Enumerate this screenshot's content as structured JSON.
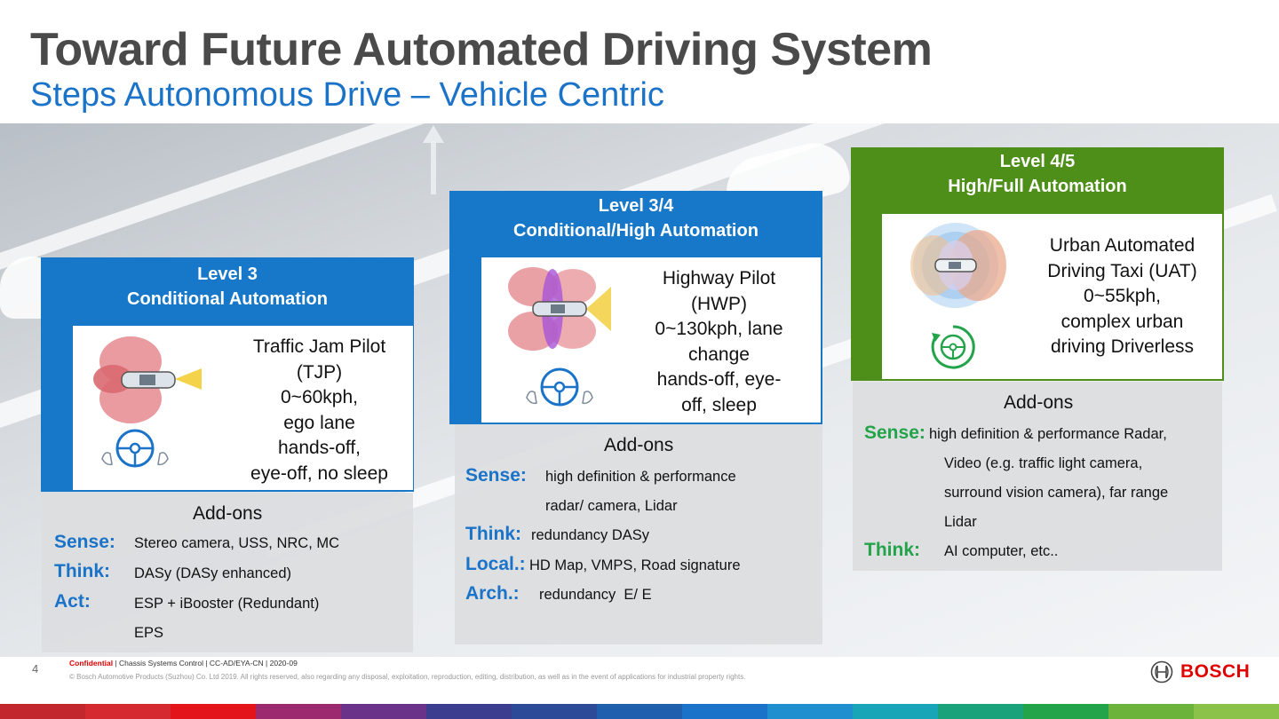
{
  "slide": {
    "title": "Toward Future Automated Driving System",
    "subtitle": "Steps Autonomous Drive – Vehicle Centric"
  },
  "levels": [
    {
      "header_line1": "Level 3",
      "header_line2": "Conditional Automation",
      "color": "#1777c8",
      "feature_lines": [
        "Traffic Jam Pilot",
        "(TJP)",
        "0~60kph,",
        "ego lane",
        "hands-off,",
        "eye-off, no sleep"
      ],
      "addons_title": "Add-ons",
      "addons": [
        {
          "label": "Sense:",
          "values": [
            "Stereo camera, USS, NRC, MC"
          ]
        },
        {
          "label": "Think:",
          "values": [
            "DASy (DASy enhanced)"
          ]
        },
        {
          "label": "Act:",
          "values": [
            "ESP + iBooster (Redundant)",
            "EPS"
          ]
        }
      ]
    },
    {
      "header_line1": "Level 3/4",
      "header_line2": "Conditional/High Automation",
      "color": "#1777c8",
      "feature_lines": [
        "Highway Pilot",
        "(HWP)",
        "0~130kph, lane",
        "change",
        "hands-off, eye-",
        "off, sleep"
      ],
      "addons_title": "Add-ons",
      "addons": [
        {
          "label": "Sense:",
          "values": [
            "high definition & performance",
            "radar/ camera, Lidar"
          ]
        },
        {
          "label": "Think:",
          "values": [
            "redundancy DASy"
          ]
        },
        {
          "label": "Local.:",
          "values": [
            "HD Map, VMPS, Road signature"
          ]
        },
        {
          "label": "Arch.:",
          "values": [
            "redundancy  E/ E"
          ]
        }
      ]
    },
    {
      "header_line1": "Level 4/5",
      "header_line2": "High/Full Automation",
      "color": "#4e8f1a",
      "feature_lines": [
        "Urban Automated",
        "Driving Taxi (UAT)",
        "0~55kph,",
        "complex urban",
        "driving Driverless"
      ],
      "addons_title": "Add-ons",
      "addons": [
        {
          "label": "Sense:",
          "values": [
            "high definition & performance Radar,",
            "Video (e.g. traffic light camera,",
            "surround vision camera), far range",
            "Lidar"
          ]
        },
        {
          "label": "Think:",
          "values": [
            "AI computer, etc.."
          ]
        }
      ]
    }
  ],
  "footer": {
    "page_number": "4",
    "confidential": "Confidential",
    "info": " | Chassis Systems Control | CC-AD/EYA-CN | 2020-09",
    "copyright": "© Bosch Automotive Products (Suzhou) Co. Ltd 2019. All rights reserved, also regarding any disposal, exploitation, reproduction, editing, distribution, as well as in the event of applications for industrial property rights.",
    "brand": "BOSCH"
  },
  "colors": {
    "title_gray": "#4a4a4a",
    "subtitle_blue": "#1a73c8",
    "level_blue": "#1777c8",
    "level_green": "#4e8f1a",
    "addon_label_blue": "#1a73c8",
    "addon_label_green": "#23a34a",
    "bosch_red": "#e00000"
  },
  "color_bar": [
    "#c1272d",
    "#d52a2f",
    "#e4151a",
    "#9b2a6e",
    "#6a3389",
    "#3b3d8f",
    "#2d4a99",
    "#1f5fae",
    "#1a73c8",
    "#1f8fd0",
    "#18a5b8",
    "#1aa37a",
    "#23a34a",
    "#6bb33a",
    "#8bc34a"
  ]
}
